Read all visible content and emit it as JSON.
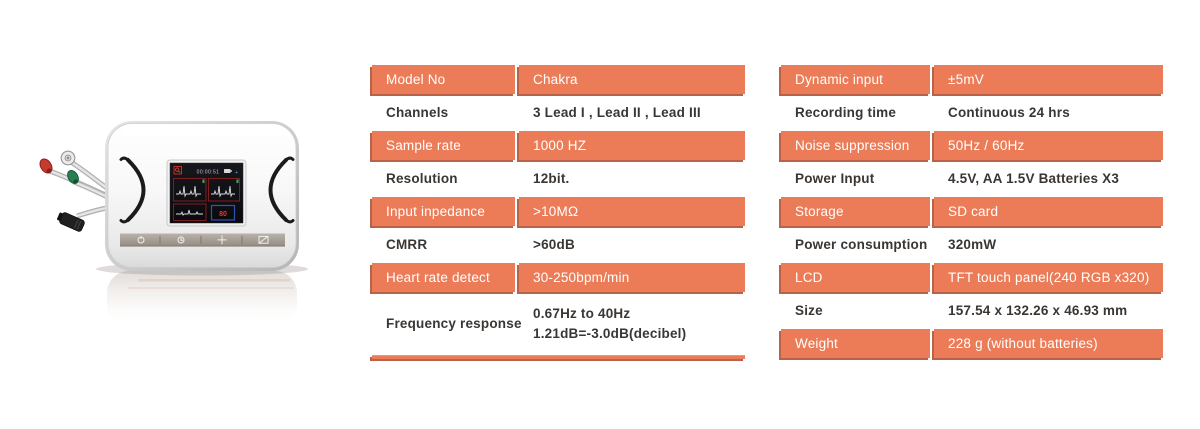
{
  "colors": {
    "accent_orange": "#EC7C58",
    "accent_orange_shadow": "#AC472A",
    "row_text_light": "#FFFFFF",
    "row_text_dark": "#3A3633",
    "screen_wave_border_red": "#7E1F1F",
    "screen_hr_border_blue": "#2C55B8",
    "screen_hr_text_red": "#DD3B33",
    "background": "#FFFFFF"
  },
  "device": {
    "description": "White portable ECG monitor with 3 lead cables",
    "screen": {
      "time": "00:00:51",
      "heart_rate": "80"
    },
    "buttons": [
      "power-icon",
      "clock-icon",
      "plus-icon",
      "display-icon"
    ],
    "leads": [
      "white-snap-electrode",
      "red-electrode",
      "green-electrode",
      "black-connector"
    ]
  },
  "spec_tables": {
    "left": {
      "rows": [
        {
          "label": "Model No",
          "value": "Chakra",
          "style": "orange"
        },
        {
          "label": "Channels",
          "value": "3 Lead I , Lead II , Lead III",
          "style": "plain"
        },
        {
          "label": "Sample rate",
          "value": "1000 HZ",
          "style": "orange"
        },
        {
          "label": "Resolution",
          "value": "12bit.",
          "style": "plain"
        },
        {
          "label": "Input inpedance",
          "value": ">10MΩ",
          "style": "orange"
        },
        {
          "label": "CMRR",
          "value": ">60dB",
          "style": "plain"
        },
        {
          "label": "Heart rate detect",
          "value": "30-250bpm/min",
          "style": "orange"
        },
        {
          "label": "Frequency response",
          "value_lines": [
            "0.67Hz to 40Hz",
            "1.21dB=-3.0dB(decibel)"
          ],
          "style": "plain"
        }
      ],
      "has_underline": true
    },
    "right": {
      "rows": [
        {
          "label": "Dynamic input",
          "value": "±5mV",
          "style": "orange"
        },
        {
          "label": "Recording time",
          "value": "Continuous 24 hrs",
          "style": "plain"
        },
        {
          "label": "Noise suppression",
          "value": "50Hz / 60Hz",
          "style": "orange"
        },
        {
          "label": "Power Input",
          "value": "4.5V, AA 1.5V Batteries X3",
          "style": "plain"
        },
        {
          "label": "Storage",
          "value": "SD card",
          "style": "orange"
        },
        {
          "label": "Power consumption",
          "value": "320mW",
          "style": "plain"
        },
        {
          "label": "LCD",
          "value": "TFT touch panel(240 RGB x320)",
          "style": "orange"
        },
        {
          "label": "Size",
          "value": "157.54 x 132.26 x 46.93 mm",
          "style": "plain"
        },
        {
          "label": "Weight",
          "value": "228 g (without batteries)",
          "style": "orange"
        }
      ],
      "has_underline": false
    }
  }
}
